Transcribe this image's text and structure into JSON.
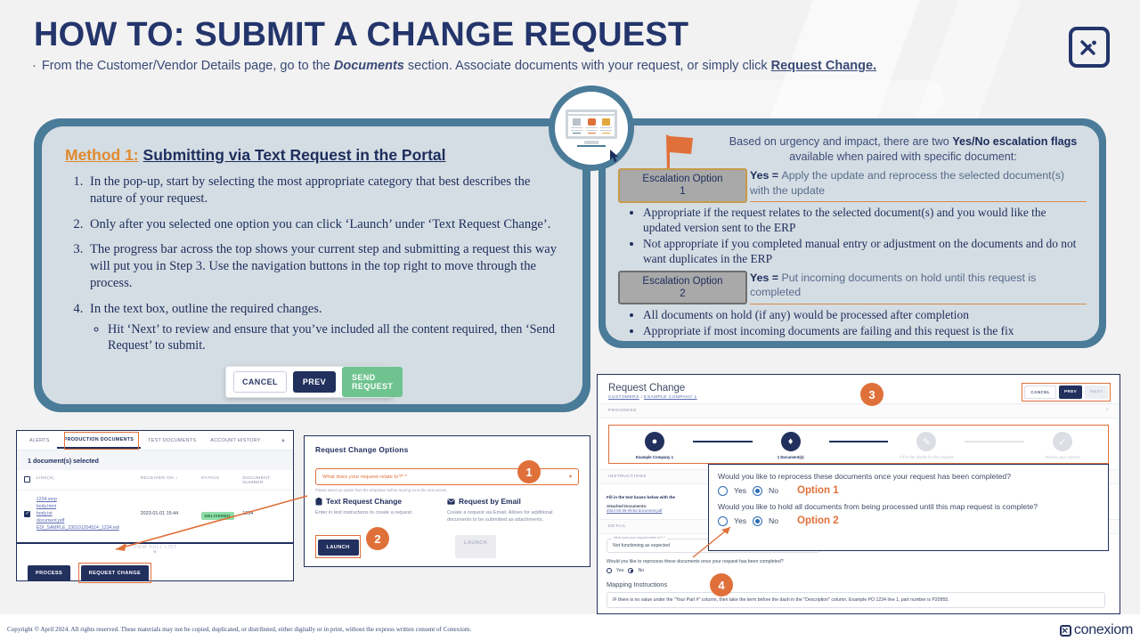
{
  "header": {
    "title": "HOW TO: SUBMIT A CHANGE REQUEST",
    "bullet_prefix": "From the Customer/Vendor Details page, go to the ",
    "bullet_em": "Documents",
    "bullet_mid": " section. Associate documents with your request, or simply click ",
    "bullet_link": "Request Change.",
    "brand_icon": "conexiom-x-icon"
  },
  "method": {
    "label": "Method 1:",
    "title": "Submitting via Text Request in the Portal",
    "steps": [
      "In the pop-up, start by selecting the most appropriate category that best describes the nature of your request.",
      "Only after you selected one option you can click ‘Launch’ under ‘Text Request Change’.",
      "The progress bar across the top shows your current step and submitting a request this way will put you in Step 3. Use the navigation buttons in the top right to move through the process.",
      "In the text box, outline the required changes."
    ],
    "substep": "Hit ‘Next’ to review and ensure that you’ve included all the content required, then ‘Send Request’ to submit."
  },
  "nav_buttons": {
    "cancel": "CANCEL",
    "prev": "PREV",
    "send": "SEND REQUEST"
  },
  "escalation": {
    "intro_1": "Based on urgency and impact, there are two ",
    "intro_b1": "Yes/No escalation flags",
    "intro_2": " available when paired with specific document:",
    "option1": {
      "tag": "Escalation Option",
      "tag_num": "1",
      "yes_bold": "Yes = ",
      "yes_text": "Apply the update and reprocess the selected document(s) with the update",
      "bullets": [
        "Appropriate if the request relates to the selected document(s) and you would like the updated version sent to the ERP",
        "Not appropriate if you completed manual entry or adjustment on the documents and do not want duplicates in the ERP"
      ]
    },
    "option2": {
      "tag": "Escalation Option",
      "tag_num": "2",
      "yes_bold": "Yes = ",
      "yes_text": "Put incoming documents on hold until this request is completed",
      "bullets": [
        "All documents on hold (if any) would be processed after completion",
        "Appropriate if most incoming documents are failing and this request is the fix"
      ]
    }
  },
  "doc_shot": {
    "tabs": [
      "ALERTS",
      "PRODUCTION DOCUMENTS",
      "TEST DOCUMENTS",
      "ACCOUNT HISTORY"
    ],
    "active_tab": "PRODUCTION DOCUMENTS",
    "selected_text": "1 document(s) selected",
    "columns": [
      "LINK(S)",
      "RECEIVED ON ↓",
      "STATUS",
      "DOCUMENT NUMBER"
    ],
    "row": {
      "links": [
        "1234.xerp",
        "body.html",
        "body.txt",
        "document.pdf",
        "EDI_SAMPLE_230101204514_1234.edi"
      ],
      "received_on": "2023-01-01 15:44",
      "status": "DELIVERED",
      "doc_number": "1234"
    },
    "view_full_list": "VIEW FULL LIST",
    "buttons": {
      "process": "PROCESS",
      "request_change": "REQUEST CHANGE"
    }
  },
  "rco_shot": {
    "title": "Request Change Options",
    "select_placeholder": "What does your request relate to?* *",
    "help_text": "Please select an option from the dropdown before moving on to the next screen.",
    "left": {
      "icon": "clipboard-icon",
      "heading": "Text Request Change",
      "desc": "Enter in text instructions to create a request.",
      "button": "LAUNCH"
    },
    "right": {
      "icon": "envelope-icon",
      "heading": "Request by Email",
      "desc": "Create a request via Email. Allows for additional documents to be submitted as attachments.",
      "button": "LAUNCH"
    }
  },
  "rc_shot": {
    "title": "Request Change",
    "breadcrumb_root": "CUSTOMERS",
    "breadcrumb_sep": " / ",
    "breadcrumb_leaf": "EXAMPLE COMPANY 1",
    "nav": {
      "cancel": "CANCEL",
      "prev": "PREV",
      "next": "NEXT"
    },
    "progress_label": "PROGRESS",
    "steps": [
      {
        "label": "Example Company 1",
        "icon": "person-icon",
        "state": "on"
      },
      {
        "label": "1 Document(s)",
        "icon": "layers-icon",
        "state": "on"
      },
      {
        "label": "Fill in the details for this request",
        "icon": "pencil-icon",
        "state": "off"
      },
      {
        "label": "Review your request",
        "icon": "check-icon",
        "state": "off"
      }
    ],
    "instructions_label": "INSTRUCTIONS",
    "instructions_bold": "Fill in the text boxes below with the",
    "attached_label": "Attached Documents:",
    "attached_link": "2024-03-26 09:53 document.pdf",
    "detail_label": "DETAIL",
    "detail_select_float": "What does your request relate to?* *",
    "detail_select_value": "Not functioning as expected",
    "detail_question": "Would you like to reprocess these documents once your request has been completed?",
    "radio_yes": "Yes",
    "radio_no": "No",
    "mapping_title": "Mapping Instructions",
    "mapping_text": "IF there is no value under the \"Your Part #\" column, then take the term before the dash in the \"Description\" column. Example PO 1234 line 1, part number is P20955."
  },
  "options_overlay": {
    "question1": "Would you like to reprocess these documents once your request has been completed?",
    "yes": "Yes",
    "no": "No",
    "option1_label": "Option 1",
    "question2": "Would you like to hold all documents from being processed until this map request is complete?",
    "option2_label": "Option 2"
  },
  "badges": {
    "one": "1",
    "two": "2",
    "three": "3",
    "four": "4"
  },
  "footer": {
    "copyright": "Copyright © April 2024. All rights reserved. These materials may not be copied, duplicated, or distributed, either digitally or in print, without the express written consent of Conexiom.",
    "logo_text": "conexiom"
  },
  "colors": {
    "navy": "#22305e",
    "orange": "#e0703a",
    "steel_blue": "#4a7b98",
    "panel": "#d4dde3",
    "green": "#6fc38f"
  }
}
